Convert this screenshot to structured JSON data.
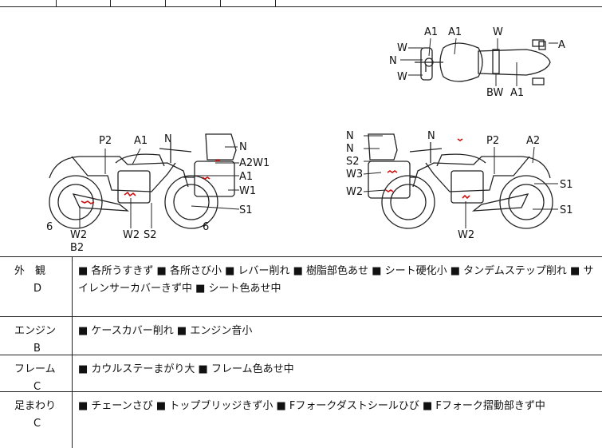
{
  "diagram_labels": {
    "top_view": [
      "A1",
      "A1",
      "W",
      "W",
      "A",
      "N",
      "W",
      "BW",
      "A1"
    ],
    "left_view": [
      "P2",
      "A1",
      "N",
      "N",
      "A2W1",
      "A1",
      "W1",
      "S1",
      "6",
      "6",
      "W2",
      "B2",
      "W2",
      "S2"
    ],
    "right_view": [
      "N",
      "N",
      "N",
      "S2",
      "W3",
      "W2",
      "P2",
      "A2",
      "S1",
      "S1",
      "W2"
    ]
  },
  "rows": [
    {
      "category": "外　観",
      "grade": "D",
      "items": "■ 各所うすきず ■ 各所さび小 ■ レバー削れ ■ 樹脂部色あせ ■ シート硬化小 ■ タンデムステップ削れ ■ サイレンサーカバーきず中 ■ シート色あせ中"
    },
    {
      "category": "エンジン",
      "grade": "B",
      "items": "■ ケースカバー削れ ■ エンジン音小"
    },
    {
      "category": "フレーム",
      "grade": "C",
      "items": "■ カウルステーまがり大 ■ フレーム色あせ中"
    },
    {
      "category": "足まわり",
      "grade": "C",
      "items": "■ チェーンさび ■ トップブリッジきず小 ■ Fフォークダストシールひび ■ Fフォーク摺動部きず中"
    }
  ],
  "colors": {
    "line": "#222222",
    "mark": "#cc1111"
  }
}
